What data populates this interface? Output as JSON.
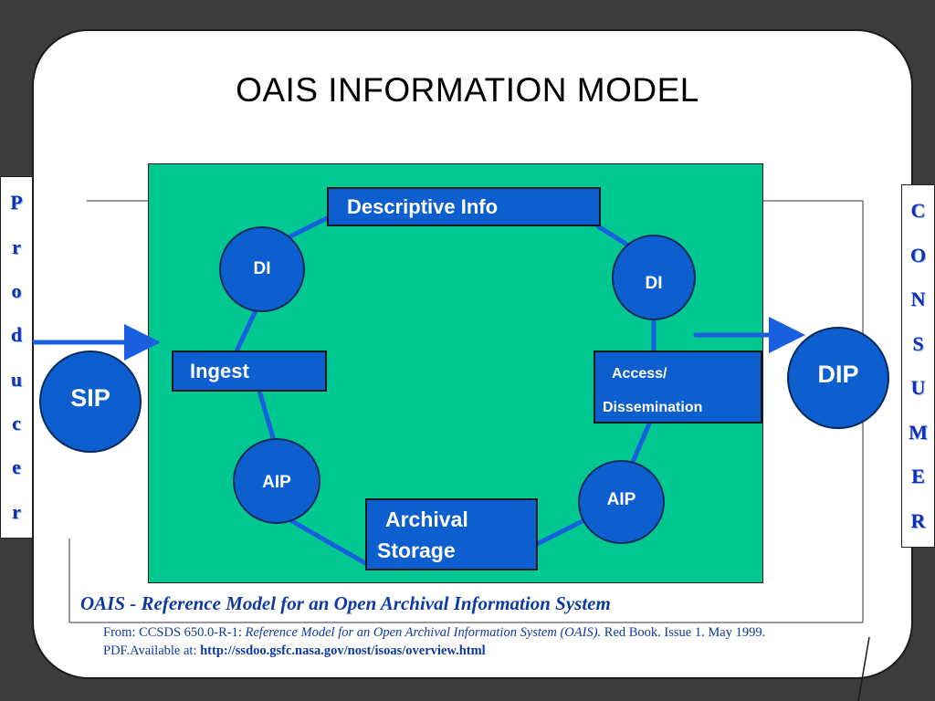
{
  "title": "OAIS INFORMATION MODEL",
  "producer_letters": [
    "P",
    "r",
    "o",
    "d",
    "u",
    "c",
    "e",
    "r"
  ],
  "consumer_letters": [
    "C",
    "O",
    "N",
    "S",
    "U",
    "M",
    "E",
    "R"
  ],
  "nodes": {
    "descriptive_info": "Descriptive Info",
    "ingest": "Ingest",
    "access_line1": "Access/",
    "access_line2": "Dissemination",
    "archival_line1": "Archival",
    "archival_line2": "Storage",
    "di_left": "DI",
    "di_right": "DI",
    "aip_left": "AIP",
    "aip_right": "AIP",
    "sip": "SIP",
    "dip": "DIP"
  },
  "caption": "OAIS - Reference Model for an Open Archival Information System",
  "citation": {
    "from_prefix": "From: CCSDS 650.0-R-1: ",
    "ref_title": "Reference Model for an Open Archival Information System (OAIS).",
    "ref_suffix": " Red Book. Issue 1. May 1999.",
    "available_prefix": "PDF.Available at: ",
    "url": "http://ssdoo.gsfc.nasa.gov/nost/isoas/overview.html"
  },
  "colors": {
    "background": "#3c3c3c",
    "panel": "#00c890",
    "node_fill": "#0d5fd0",
    "connector": "#1a5fe0",
    "text_blue": "#0d3aa0"
  }
}
